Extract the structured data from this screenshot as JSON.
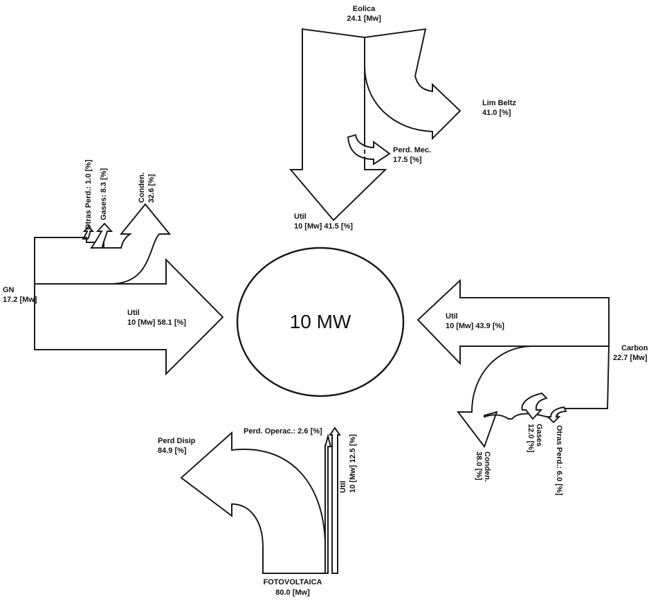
{
  "center": {
    "label": "10 MW"
  },
  "eolica": {
    "source": {
      "name": "Eolica",
      "value": "24.1 [Mw]"
    },
    "lim_beltz": {
      "name": "Lim Beltz",
      "value": "41.0 [%]"
    },
    "perd_mec": {
      "name": "Perd. Mec.",
      "value": "17.5 [%]"
    },
    "util": {
      "name": "Util",
      "value": "10 [Mw] 41.5 [%]"
    }
  },
  "gn": {
    "source": {
      "name": "GN",
      "value": "17.2 [Mw]"
    },
    "otras_perd": "Otras Perd.: 1.0 [%]",
    "gases": "Gases: 8.3 [%]",
    "conden": {
      "name": "Conden.",
      "value": "32.6 [%]"
    },
    "util": {
      "name": "Util",
      "value": "10 [Mw] 58.1 [%]"
    }
  },
  "carbon": {
    "source": {
      "name": "Carbon",
      "value": "22.7 [Mw]"
    },
    "util": {
      "name": "Util",
      "value": "10 [Mw] 43.9 [%]"
    },
    "conden": {
      "name": "Conden.",
      "value": "38.0 [%]"
    },
    "gases": {
      "name": "Gases",
      "value": "12.0 [%]"
    },
    "otras_perd": "Otras Perd.: 6.0 [%]"
  },
  "fotovoltaica": {
    "source": {
      "name": "FOTOVOLTAICA",
      "value": "80.0 [Mw]"
    },
    "perd_disip": {
      "name": "Perd Disip",
      "value": "84.9 [%]"
    },
    "perd_operac": "Perd. Operac.: 2.6 [%]",
    "util": {
      "name": "Util",
      "value": "10 [Mw] 12.5 [%]"
    }
  },
  "colors": {
    "stroke": "#1a1a1a",
    "fill": "#ffffff"
  }
}
